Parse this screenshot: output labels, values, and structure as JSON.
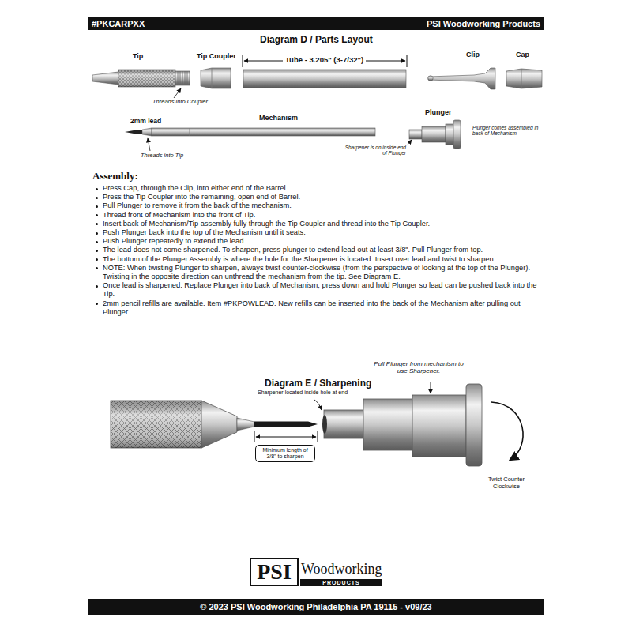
{
  "diagram": {
    "nodes": [
      {
        "text": [
          "#PKCARPXX",
          "PSI Woodworking Products"
        ]
      },
      {
        "text": [
          "Minimum length of 3/8\" to sharpen"
        ]
      },
      {
        "text": [
          "PSI"
        ]
      },
      {
        "text": [
          "PRODUCTS"
        ]
      },
      {
        "text": [
          "© 2023 PSI Woodworking Philadelphia PA 19115 - v09/23"
        ]
      }
    ],
    "labels": [
      "Diagram D / Parts Layout",
      "Tip",
      "Tip Coupler",
      "Tube - 3.205\" (3-7/32\")",
      "Clip",
      "Cap",
      "Threads into Coupler",
      "2mm lead",
      "Mechanism",
      "Plunger",
      "Plunger comes assembled in back of Mechanism",
      "Threads into Tip",
      "Sharpener is on inside end of Plunger",
      "Assembly:",
      "Press Cap, through the Clip, into either end of the Barrel.",
      "Press the Tip Coupler into the remaining, open end of Barrel.",
      "Pull Plunger to remove it from the back of the mechanism.",
      "Thread front of Mechanism into the front of Tip.",
      "Insert back of Mechanism/Tip assembly fully through the Tip Coupler and thread into the Tip Coupler.",
      "Push Plunger back into the top of the Mechanism until it seats.",
      "Push Plunger repeatedly to extend the lead.",
      "The lead does not come sharpened. To sharpen, press plunger to extend lead out at least 3/8\". Pull Plunger from top.",
      "The bottom of the Plunger Assembly is where the hole for the Sharpener is located. Insert over lead and twist to sharpen.",
      "NOTE: When twisting Plunger to sharpen, always twist counter-clockwise (from the perspective of looking at the top of the Plunger). Twisting in the opposite direction can unthread the mechanism from the tip. See Diagram E.",
      "Once lead is sharpened: Replace Plunger into back of Mechanism, press down and hold Plunger so lead can be pushed back into the Tip.",
      "2mm pencil refills are available. Item #PKPOWLEAD. New refills can be inserted into the back of the Mechanism after pulling out Plunger.",
      "Diagram E / Sharpening",
      "Pull Plunger from mechanism to use Sharpener.",
      "Sharpener located inside hole at end",
      "Twist Counter Clockwise",
      "Woodworking"
    ]
  }
}
